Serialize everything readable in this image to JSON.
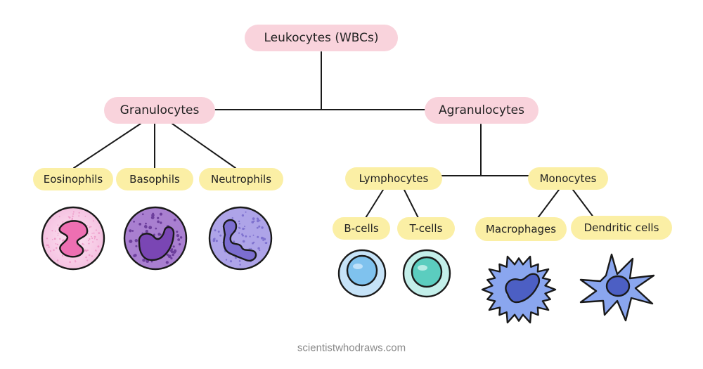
{
  "diagram": {
    "root": {
      "label": "Leukocytes (WBCs)",
      "color": "#f9d3dc"
    },
    "granulocytes": {
      "label": "Granulocytes",
      "color": "#f9d3dc",
      "children": [
        "Eosinophils",
        "Basophils",
        "Neutrophils"
      ]
    },
    "agranulocytes": {
      "label": "Agranulocytes",
      "color": "#f9d3dc",
      "lymphocytes": {
        "label": "Lymphocytes",
        "children": [
          "B-cells",
          "T-cells"
        ]
      },
      "monocytes": {
        "label": "Monocytes",
        "children": [
          "Macrophages",
          "Dendritic cells"
        ]
      }
    },
    "leaf_color": "#fbefa5",
    "cell_colors": {
      "eosinophil": "#f8cde6",
      "basophil": "#9b6fc2",
      "neutrophil": "#a59be3",
      "b_cell": "#c6e3f8",
      "t_cell": "#b9ece8",
      "macrophage": "#8aa6ef",
      "dendritic": "#8aa6ef"
    }
  },
  "credit": "scientistwhodraws.com"
}
